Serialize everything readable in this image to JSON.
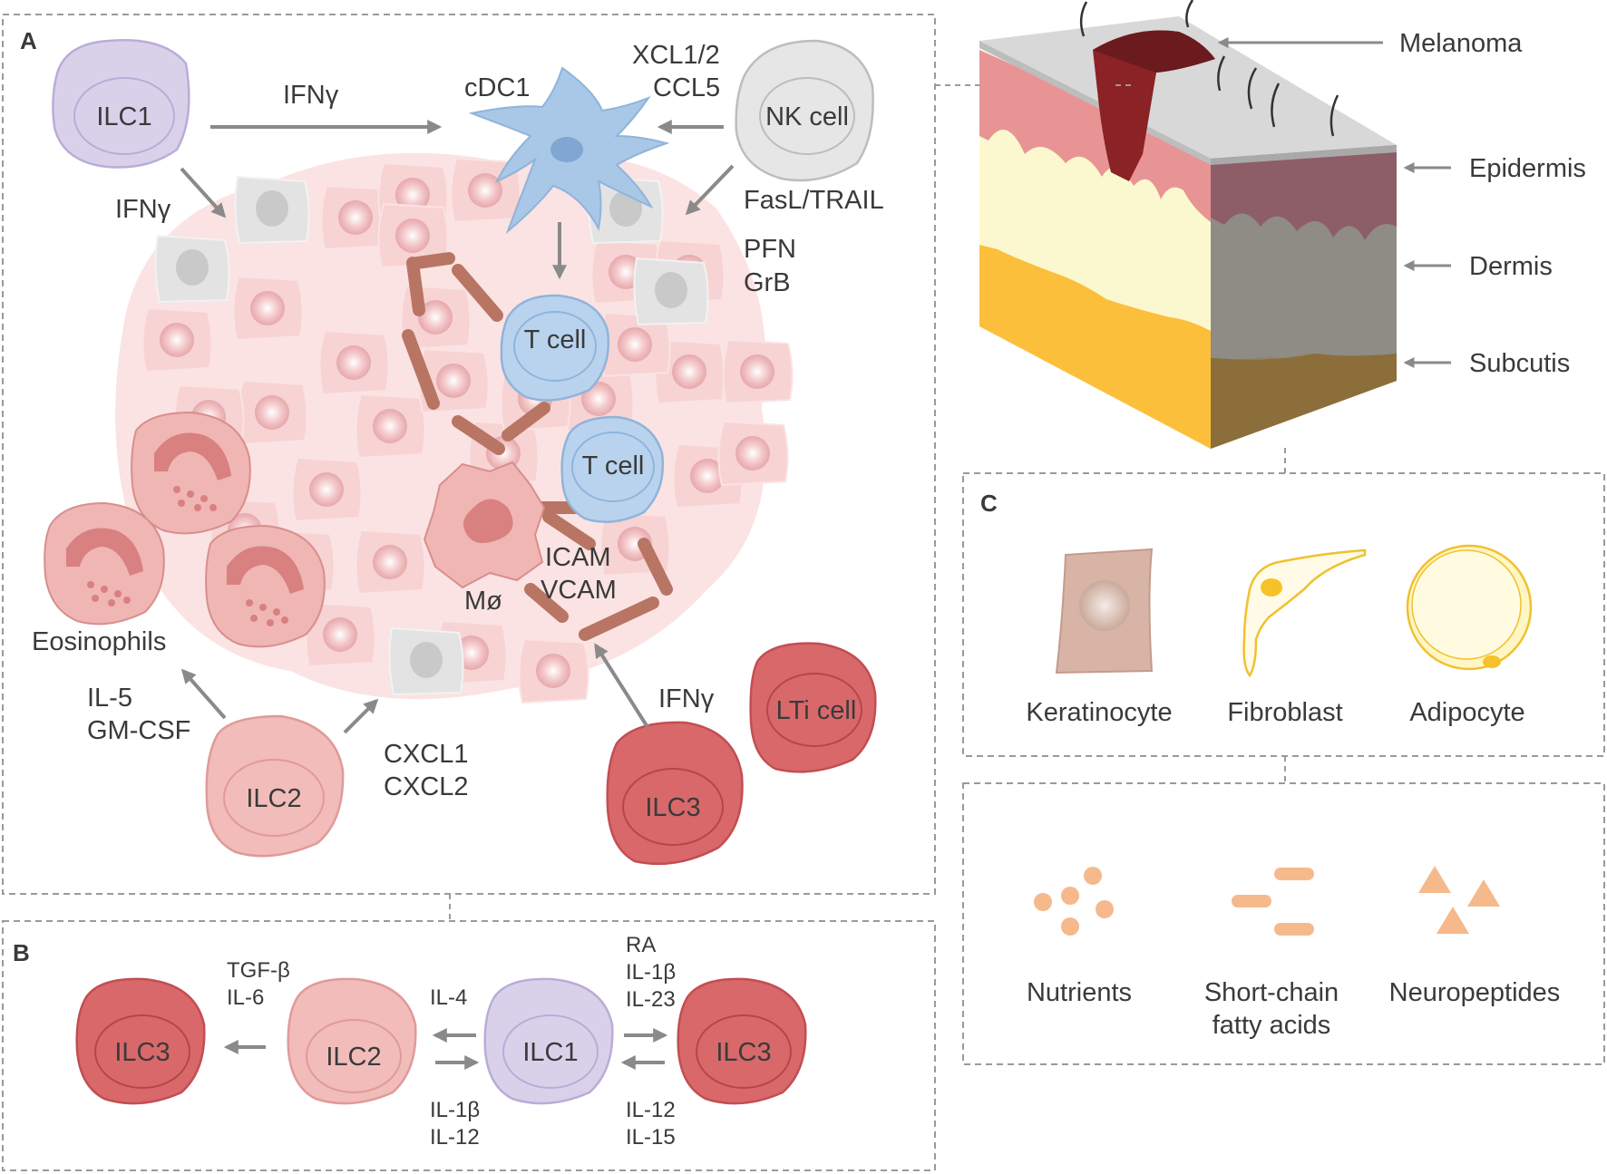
{
  "panels": {
    "a": "A",
    "b": "B",
    "c": "C"
  },
  "panel_a": {
    "cells": {
      "ilc1": "ILC1",
      "cdc1": "cDC1",
      "nk": "NK cell",
      "tcell1": "T cell",
      "tcell2": "T cell",
      "macrophage": "Mø",
      "eosinophils": "Eosinophils",
      "ilc2": "ILC2",
      "ilc3": "ILC3",
      "lti": "LTi cell"
    },
    "signals": {
      "ilc1_to_dc": "IFNγ",
      "ilc1_down": "IFNγ",
      "nk_line1": "XCL1/2",
      "nk_line2": "CCL5",
      "nk_kill": "FasL/TRAIL",
      "pfn": "PFN",
      "grb": "GrB",
      "icam": "ICAM",
      "vcam": "VCAM",
      "il5": "IL-5",
      "gmcsf": "GM-CSF",
      "cxcl1": "CXCL1",
      "cxcl2": "CXCL2",
      "ilc3_ifn": "IFNγ"
    }
  },
  "skin": {
    "melanoma": "Melanoma",
    "epidermis": "Epidermis",
    "dermis": "Dermis",
    "subcutis": "Subcutis"
  },
  "panel_b": {
    "cells": {
      "ilc3_left": "ILC3",
      "ilc2": "ILC2",
      "ilc1": "ILC1",
      "ilc3_right": "ILC3"
    },
    "signals": {
      "tgf": "TGF-β",
      "il6": "IL-6",
      "il4": "IL-4",
      "il1b_left": "IL-1β",
      "il12_left": "IL-12",
      "ra": "RA",
      "il1b_right": "IL-1β",
      "il23": "IL-23",
      "il12_right": "IL-12",
      "il15": "IL-15"
    }
  },
  "panel_c": {
    "cells": {
      "keratinocyte": "Keratinocyte",
      "fibroblast": "Fibroblast",
      "adipocyte": "Adipocyte"
    },
    "factors": {
      "nutrients": "Nutrients",
      "scfa_line1": "Short-chain",
      "scfa_line2": "fatty acids",
      "neuropeptides": "Neuropeptides"
    }
  },
  "colors": {
    "ilc1": "#d9d1ea",
    "ilc2": "#f1bcba",
    "ilc3": "#d9686a",
    "tcell": "#b9d3ee",
    "cdc1": "#a9c8e8",
    "tumor_cell": "#f7d3d3",
    "grey_cell": "#e3e3e3",
    "vessel": "#b87563",
    "arrow": "#8a8a8a",
    "factor": "#f6b98c"
  }
}
